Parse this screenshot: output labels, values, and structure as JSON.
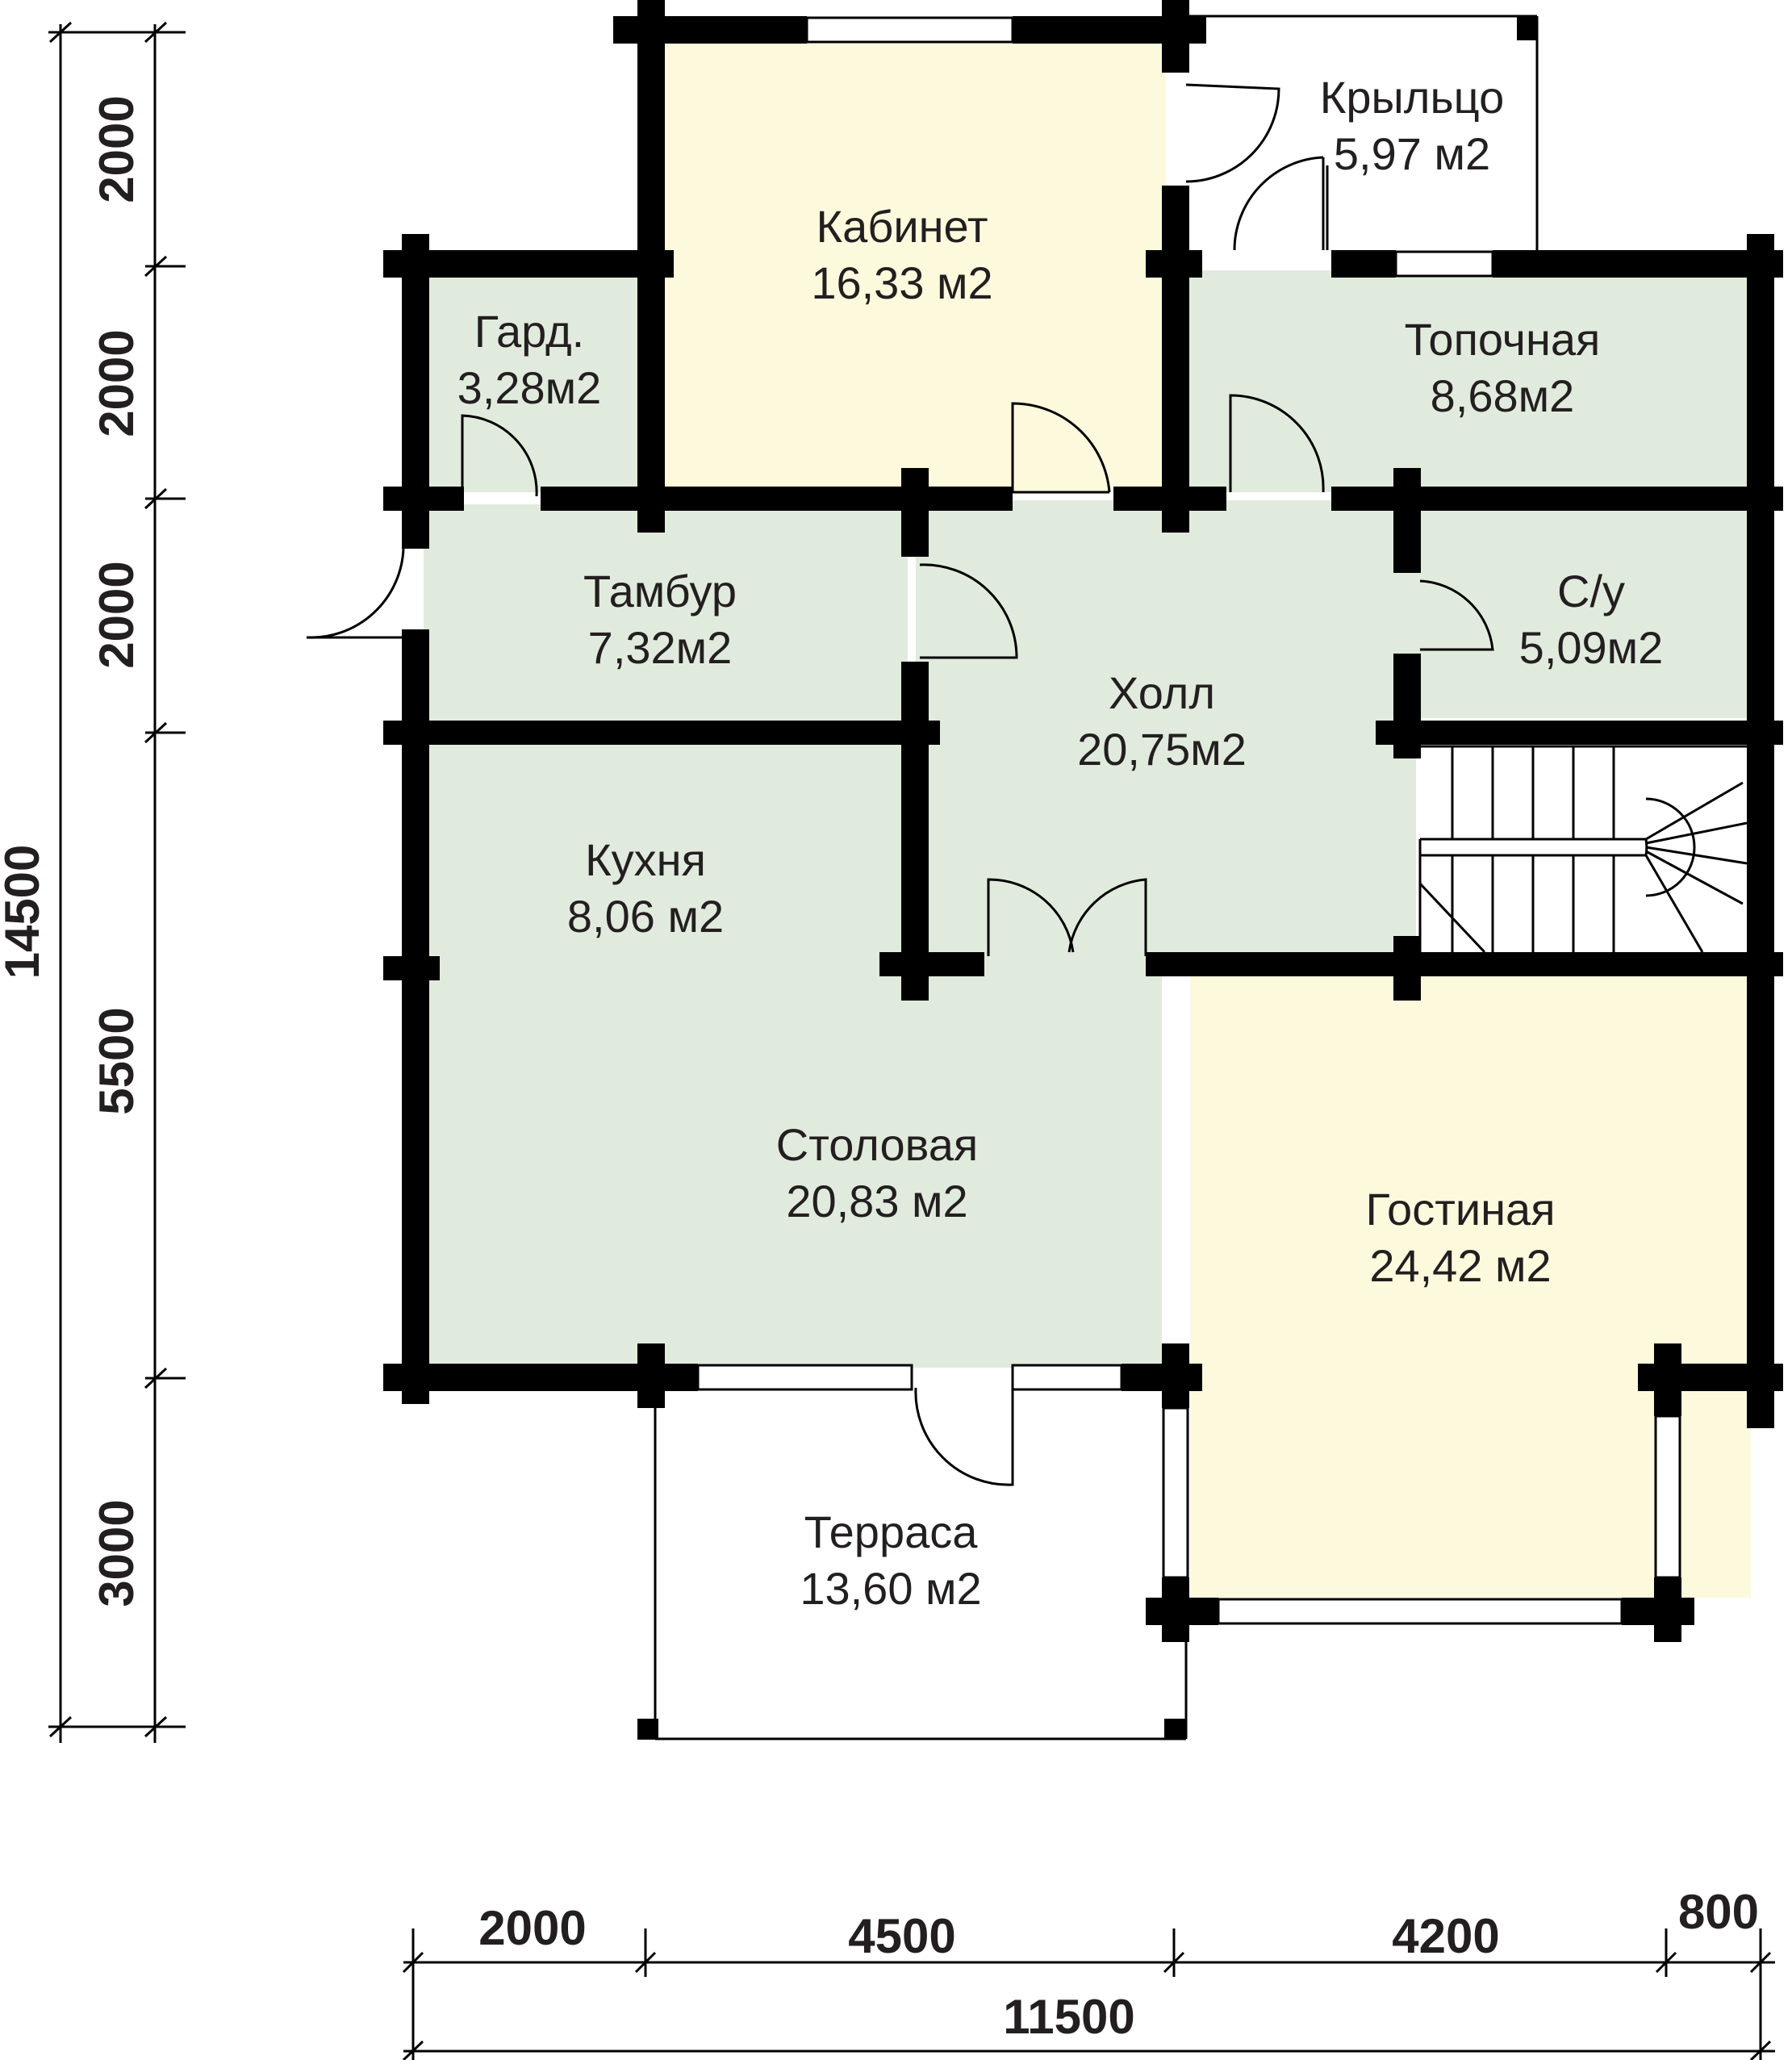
{
  "rooms": {
    "kabinet": {
      "name": "Кабинет",
      "area": "16,33 м2",
      "color": "#fdf9dd"
    },
    "krylco": {
      "name": "Крыльцо",
      "area": "5,97 м2"
    },
    "gard": {
      "name": "Гард.",
      "area": "3,28м2",
      "color": "#e1ebdd"
    },
    "topochnaya": {
      "name": "Топочная",
      "area": "8,68м2",
      "color": "#e1ebdd"
    },
    "tambur": {
      "name": "Тамбур",
      "area": "7,32м2",
      "color": "#e1ebdd"
    },
    "su": {
      "name": "С/у",
      "area": "5,09м2",
      "color": "#e1ebdd"
    },
    "holl": {
      "name": "Холл",
      "area": "20,75м2",
      "color": "#e1ebdd"
    },
    "kuhnya": {
      "name": "Кухня",
      "area": "8,06 м2",
      "color": "#e1ebdd"
    },
    "stolovaya": {
      "name": "Столовая",
      "area": "20,83 м2",
      "color": "#e1ebdd"
    },
    "gostinaya": {
      "name": "Гостиная",
      "area": "24,42 м2",
      "color": "#fdf9dd"
    },
    "terrasa": {
      "name": "Терраса",
      "area": "13,60 м2"
    }
  },
  "dimensions": {
    "vertical": {
      "total": "14500",
      "segments": [
        "2000",
        "2000",
        "2000",
        "5500",
        "3000"
      ]
    },
    "horizontal": {
      "total": "11500",
      "segments": [
        "2000",
        "4500",
        "4200",
        "800"
      ]
    }
  }
}
